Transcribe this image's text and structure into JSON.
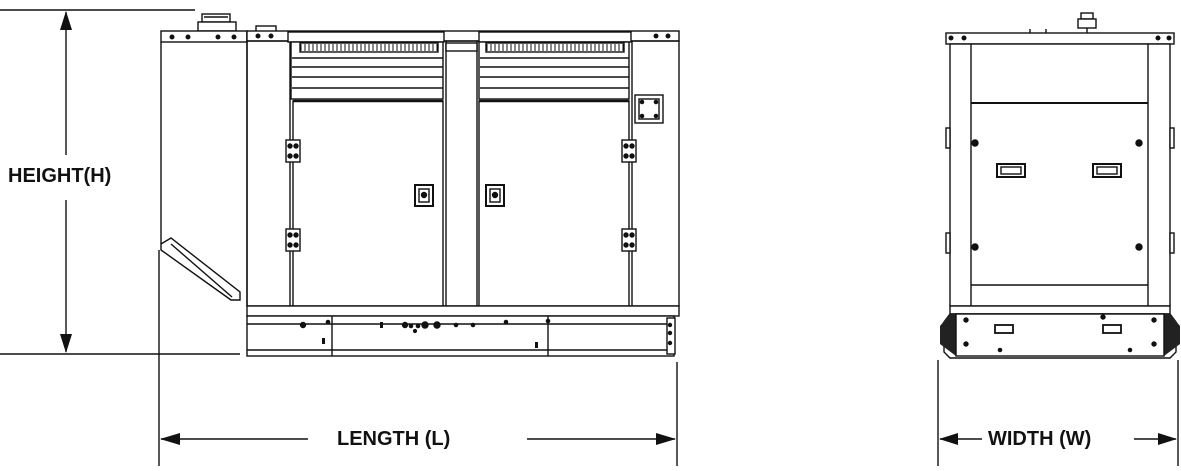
{
  "labels": {
    "height": "HEIGHT(H)",
    "length": "LENGTH (L)",
    "width": "WIDTH (W)"
  },
  "colors": {
    "line": "#111111",
    "background": "#ffffff",
    "panel_fill": "#ffffff",
    "detail_fill": "#222222"
  }
}
